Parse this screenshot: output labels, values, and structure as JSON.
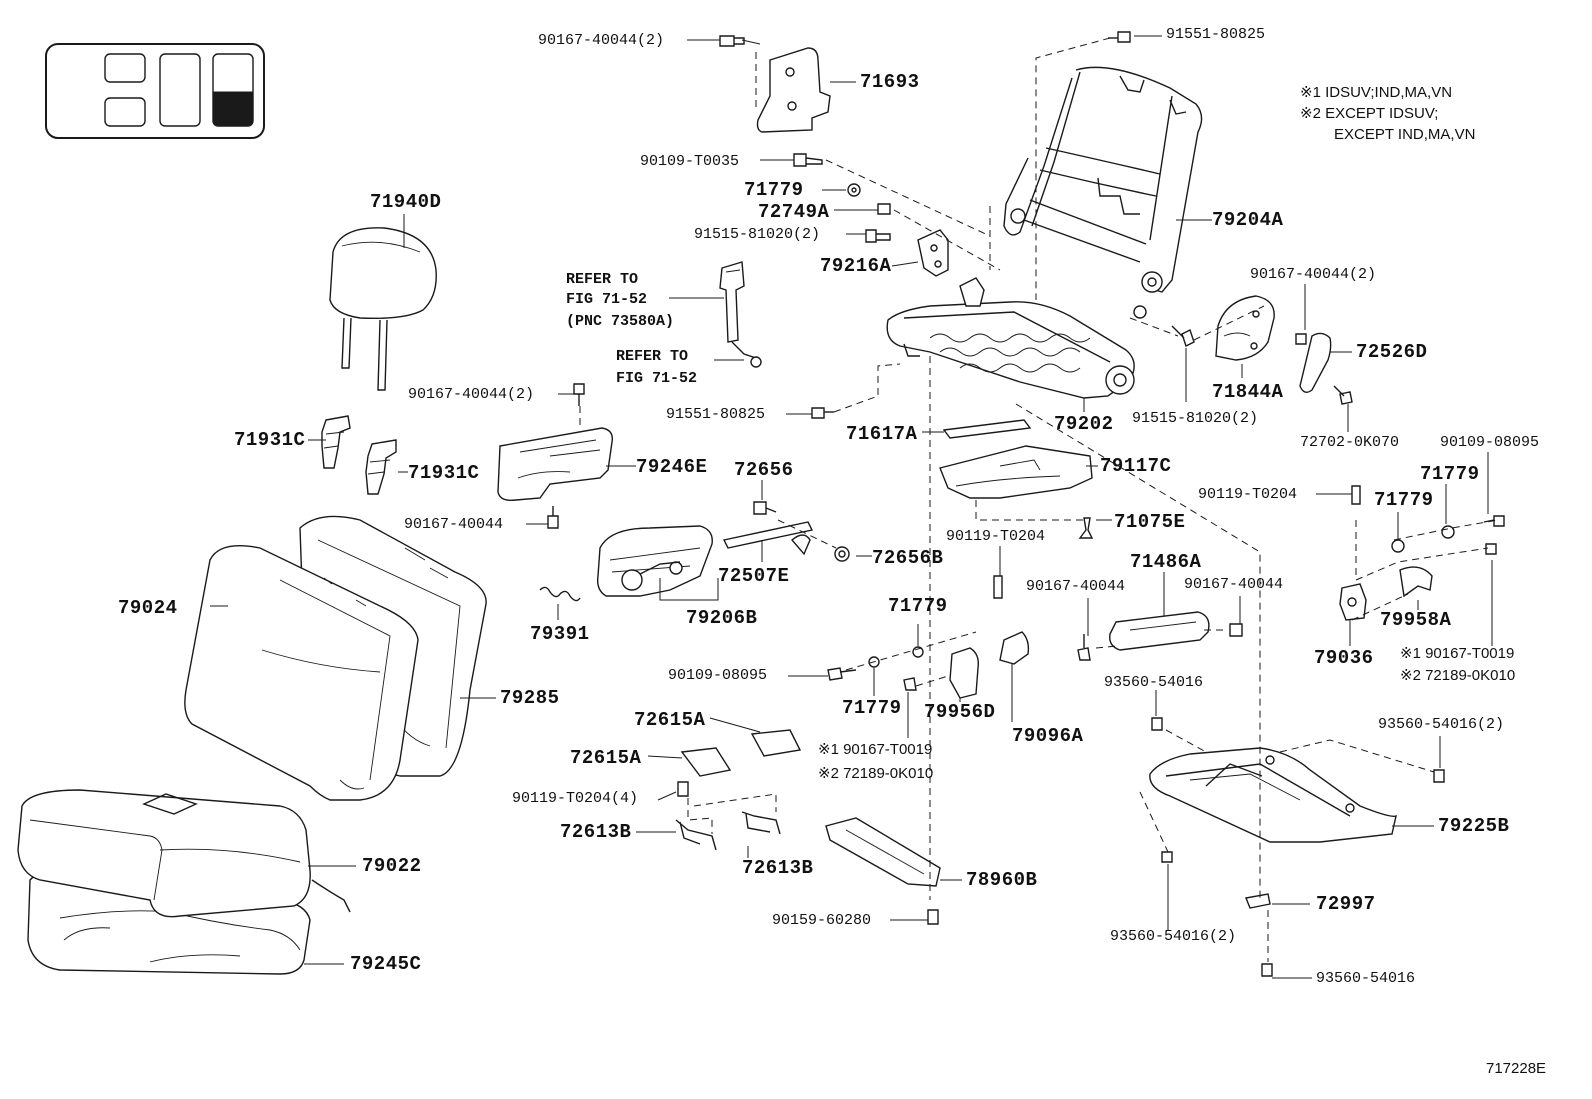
{
  "legend_box": {
    "shaded_compartment": "third-seat-right"
  },
  "notes": {
    "line1": "※1 IDSUV;IND,MA,VN",
    "line2": "※2 EXCEPT IDSUV;",
    "line3": "EXCEPT IND,MA,VN"
  },
  "refers": {
    "r1_line1": "REFER TO",
    "r1_line2": "FIG 71-52",
    "r1_line3": "(PNC 73580A)",
    "r2_line1": "REFER TO",
    "r2_line2": "FIG 71-52"
  },
  "diagram_id": "717228E",
  "parts": [
    "90167-40044(2)",
    "71693",
    "91551-80825",
    "90109-T0035",
    "71779",
    "72749A",
    "91515-81020(2)",
    "79216A",
    "79204A",
    "71940D",
    "90167-40044(2)",
    "72526D",
    "71844A",
    "91515-81020(2)",
    "72702-0K070",
    "91551-80825",
    "79202",
    "71617A",
    "90167-40044(2)",
    "71931C",
    "71931C",
    "79246E",
    "72656",
    "79117C",
    "90109-08095",
    "71779",
    "71779",
    "90119-T0204",
    "90167-40044",
    "72507E",
    "72656B",
    "71075E",
    "90119-T0204",
    "79024",
    "79391",
    "79206B",
    "71486A",
    "90167-40044",
    "90167-40044",
    "79958A",
    "79036",
    "71779",
    "※1 90167-T0019",
    "※2 72189-0K010",
    "90109-08095",
    "79285",
    "71779",
    "79956D",
    "79096A",
    "93560-54016",
    "93560-54016(2)",
    "72615A",
    "72615A",
    "※1 90167-T0019",
    "※2 72189-0K010",
    "90119-T0204(4)",
    "79225B",
    "72613B",
    "72613B",
    "79022",
    "78960B",
    "93560-54016(2)",
    "72997",
    "90159-60280",
    "79245C",
    "93560-54016"
  ]
}
